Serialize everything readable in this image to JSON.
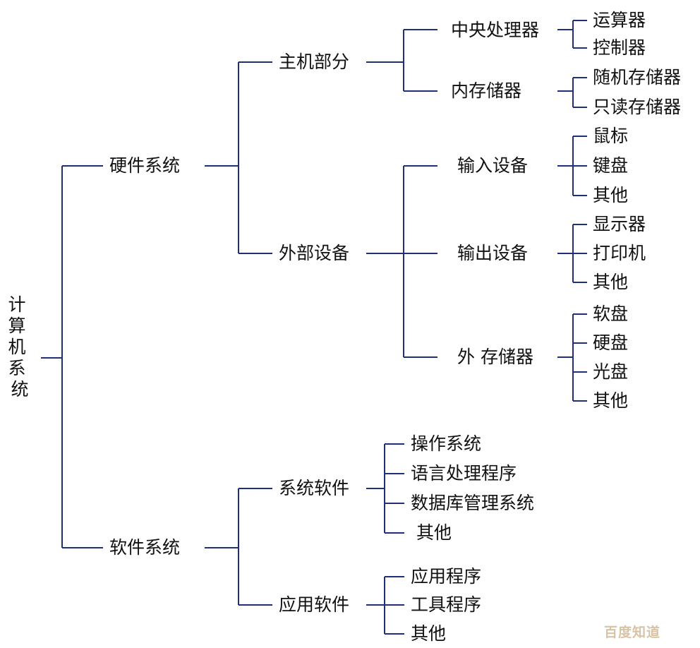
{
  "diagram": {
    "title": "计算机系统",
    "type": "tree",
    "orientation": "left-to-right",
    "line_color": "#1f2f7a",
    "text_color": "#111111",
    "background": "#ffffff",
    "root": {
      "label": "计算机系统",
      "orientation": "vertical"
    },
    "branches": [
      {
        "label": "硬件系统",
        "children": [
          {
            "label": "主机部分",
            "children": [
              {
                "label": "中央处理器",
                "leaves": [
                  "运算器",
                  "控制器"
                ]
              },
              {
                "label": "内存储器",
                "leaves": [
                  "随机存储器",
                  "只读存储器"
                ]
              }
            ]
          },
          {
            "label": "外部设备",
            "children": [
              {
                "label": "输入设备",
                "leaves": [
                  "鼠标",
                  "键盘",
                  "其他"
                ]
              },
              {
                "label": "输出设备",
                "leaves": [
                  "显示器",
                  "打印机",
                  "其他"
                ]
              },
              {
                "label": "外 存储器",
                "leaves": [
                  "软盘",
                  "硬盘",
                  "光盘",
                  "其他"
                ]
              }
            ]
          }
        ]
      },
      {
        "label": "软件系统",
        "children": [
          {
            "label": "系统软件",
            "leaves": [
              "操作系统",
              "语言处理程序",
              "数据库管理系统",
              "其他"
            ]
          },
          {
            "label": "应用软件",
            "leaves": [
              "应用程序",
              "工具程序",
              "其他"
            ]
          }
        ]
      }
    ]
  },
  "watermark": {
    "text": "百度知道",
    "color": "#d9c3a5"
  },
  "labels": {
    "root": "计算机系统",
    "hardware": "硬件系统",
    "software": "软件系统",
    "host_part": "主机部分",
    "external_device": "外部设备",
    "cpu": "中央处理器",
    "memory": "内存储器",
    "input_device": "输入设备",
    "output_device": "输出设备",
    "storage_device": "外 存储器",
    "system_software": "系统软件",
    "application_software": "应用软件",
    "alu": "运算器",
    "controller": "控制器",
    "ram": "随机存储器",
    "rom": "只读存储器",
    "mouse": "鼠标",
    "keyboard": "键盘",
    "input_other": "其他",
    "monitor": "显示器",
    "printer": "打印机",
    "output_other": "其他",
    "floppy": "软盘",
    "harddisk": "硬盘",
    "cd": "光盘",
    "storage_other": "其他",
    "os": "操作系统",
    "language_processor": "语言处理程序",
    "dbms": "数据库管理系统",
    "sys_other": "其他",
    "app_program": "应用程序",
    "tool_program": "工具程序",
    "app_other": "其他"
  }
}
